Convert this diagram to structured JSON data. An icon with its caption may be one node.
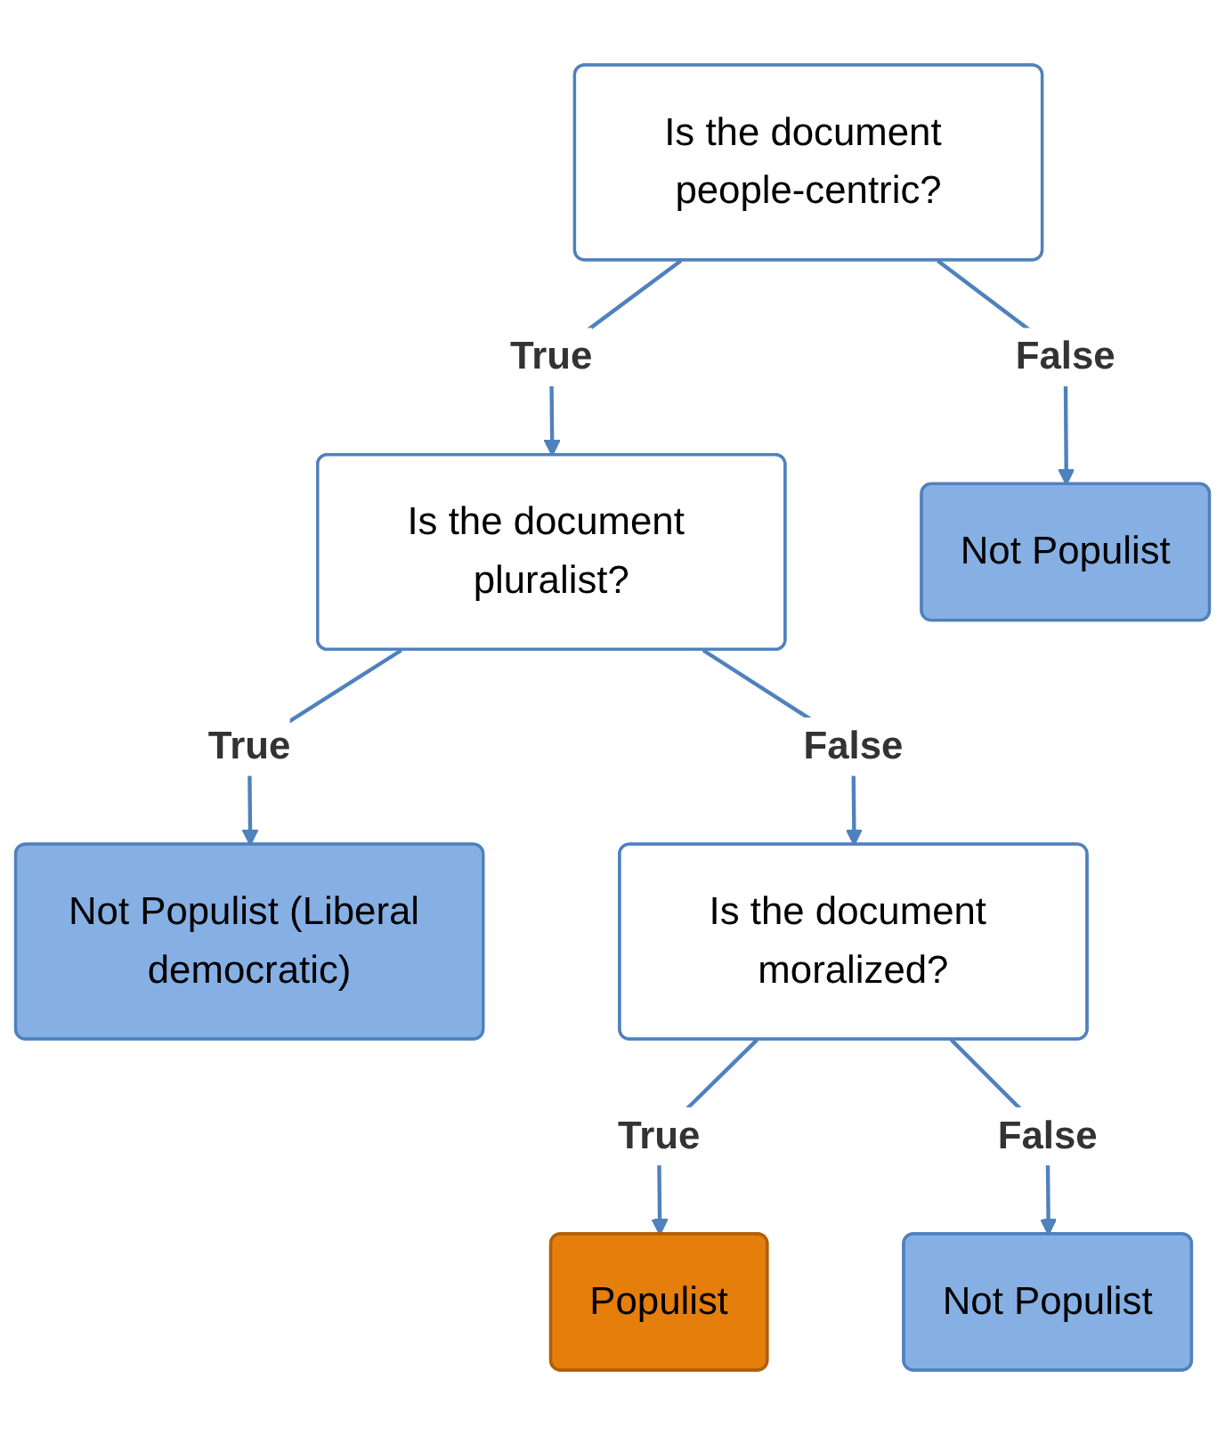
{
  "diagram": {
    "nodes": [
      {
        "text": [
          "Is the document people-centric?"
        ]
      },
      {
        "text": [
          "Is the document pluralist?"
        ]
      },
      {
        "text": [
          "Not Populist"
        ]
      },
      {
        "text": [
          "Not Populist (Liberal democratic)"
        ]
      },
      {
        "text": [
          "Is the document moralized?"
        ]
      },
      {
        "text": [
          "Populist"
        ]
      },
      {
        "text": [
          "Not Populist"
        ]
      }
    ],
    "edges": [
      {
        "from": 0,
        "to": 1,
        "arrow": "to",
        "label": "True"
      },
      {
        "from": 0,
        "to": 2,
        "arrow": "to",
        "label": "False"
      },
      {
        "from": 1,
        "to": 3,
        "arrow": "to",
        "label": "True"
      },
      {
        "from": 1,
        "to": 4,
        "arrow": "to",
        "label": "False"
      },
      {
        "from": 4,
        "to": 5,
        "arrow": "to",
        "label": "True"
      },
      {
        "from": 4,
        "to": 6,
        "arrow": "to",
        "label": "False"
      }
    ]
  }
}
